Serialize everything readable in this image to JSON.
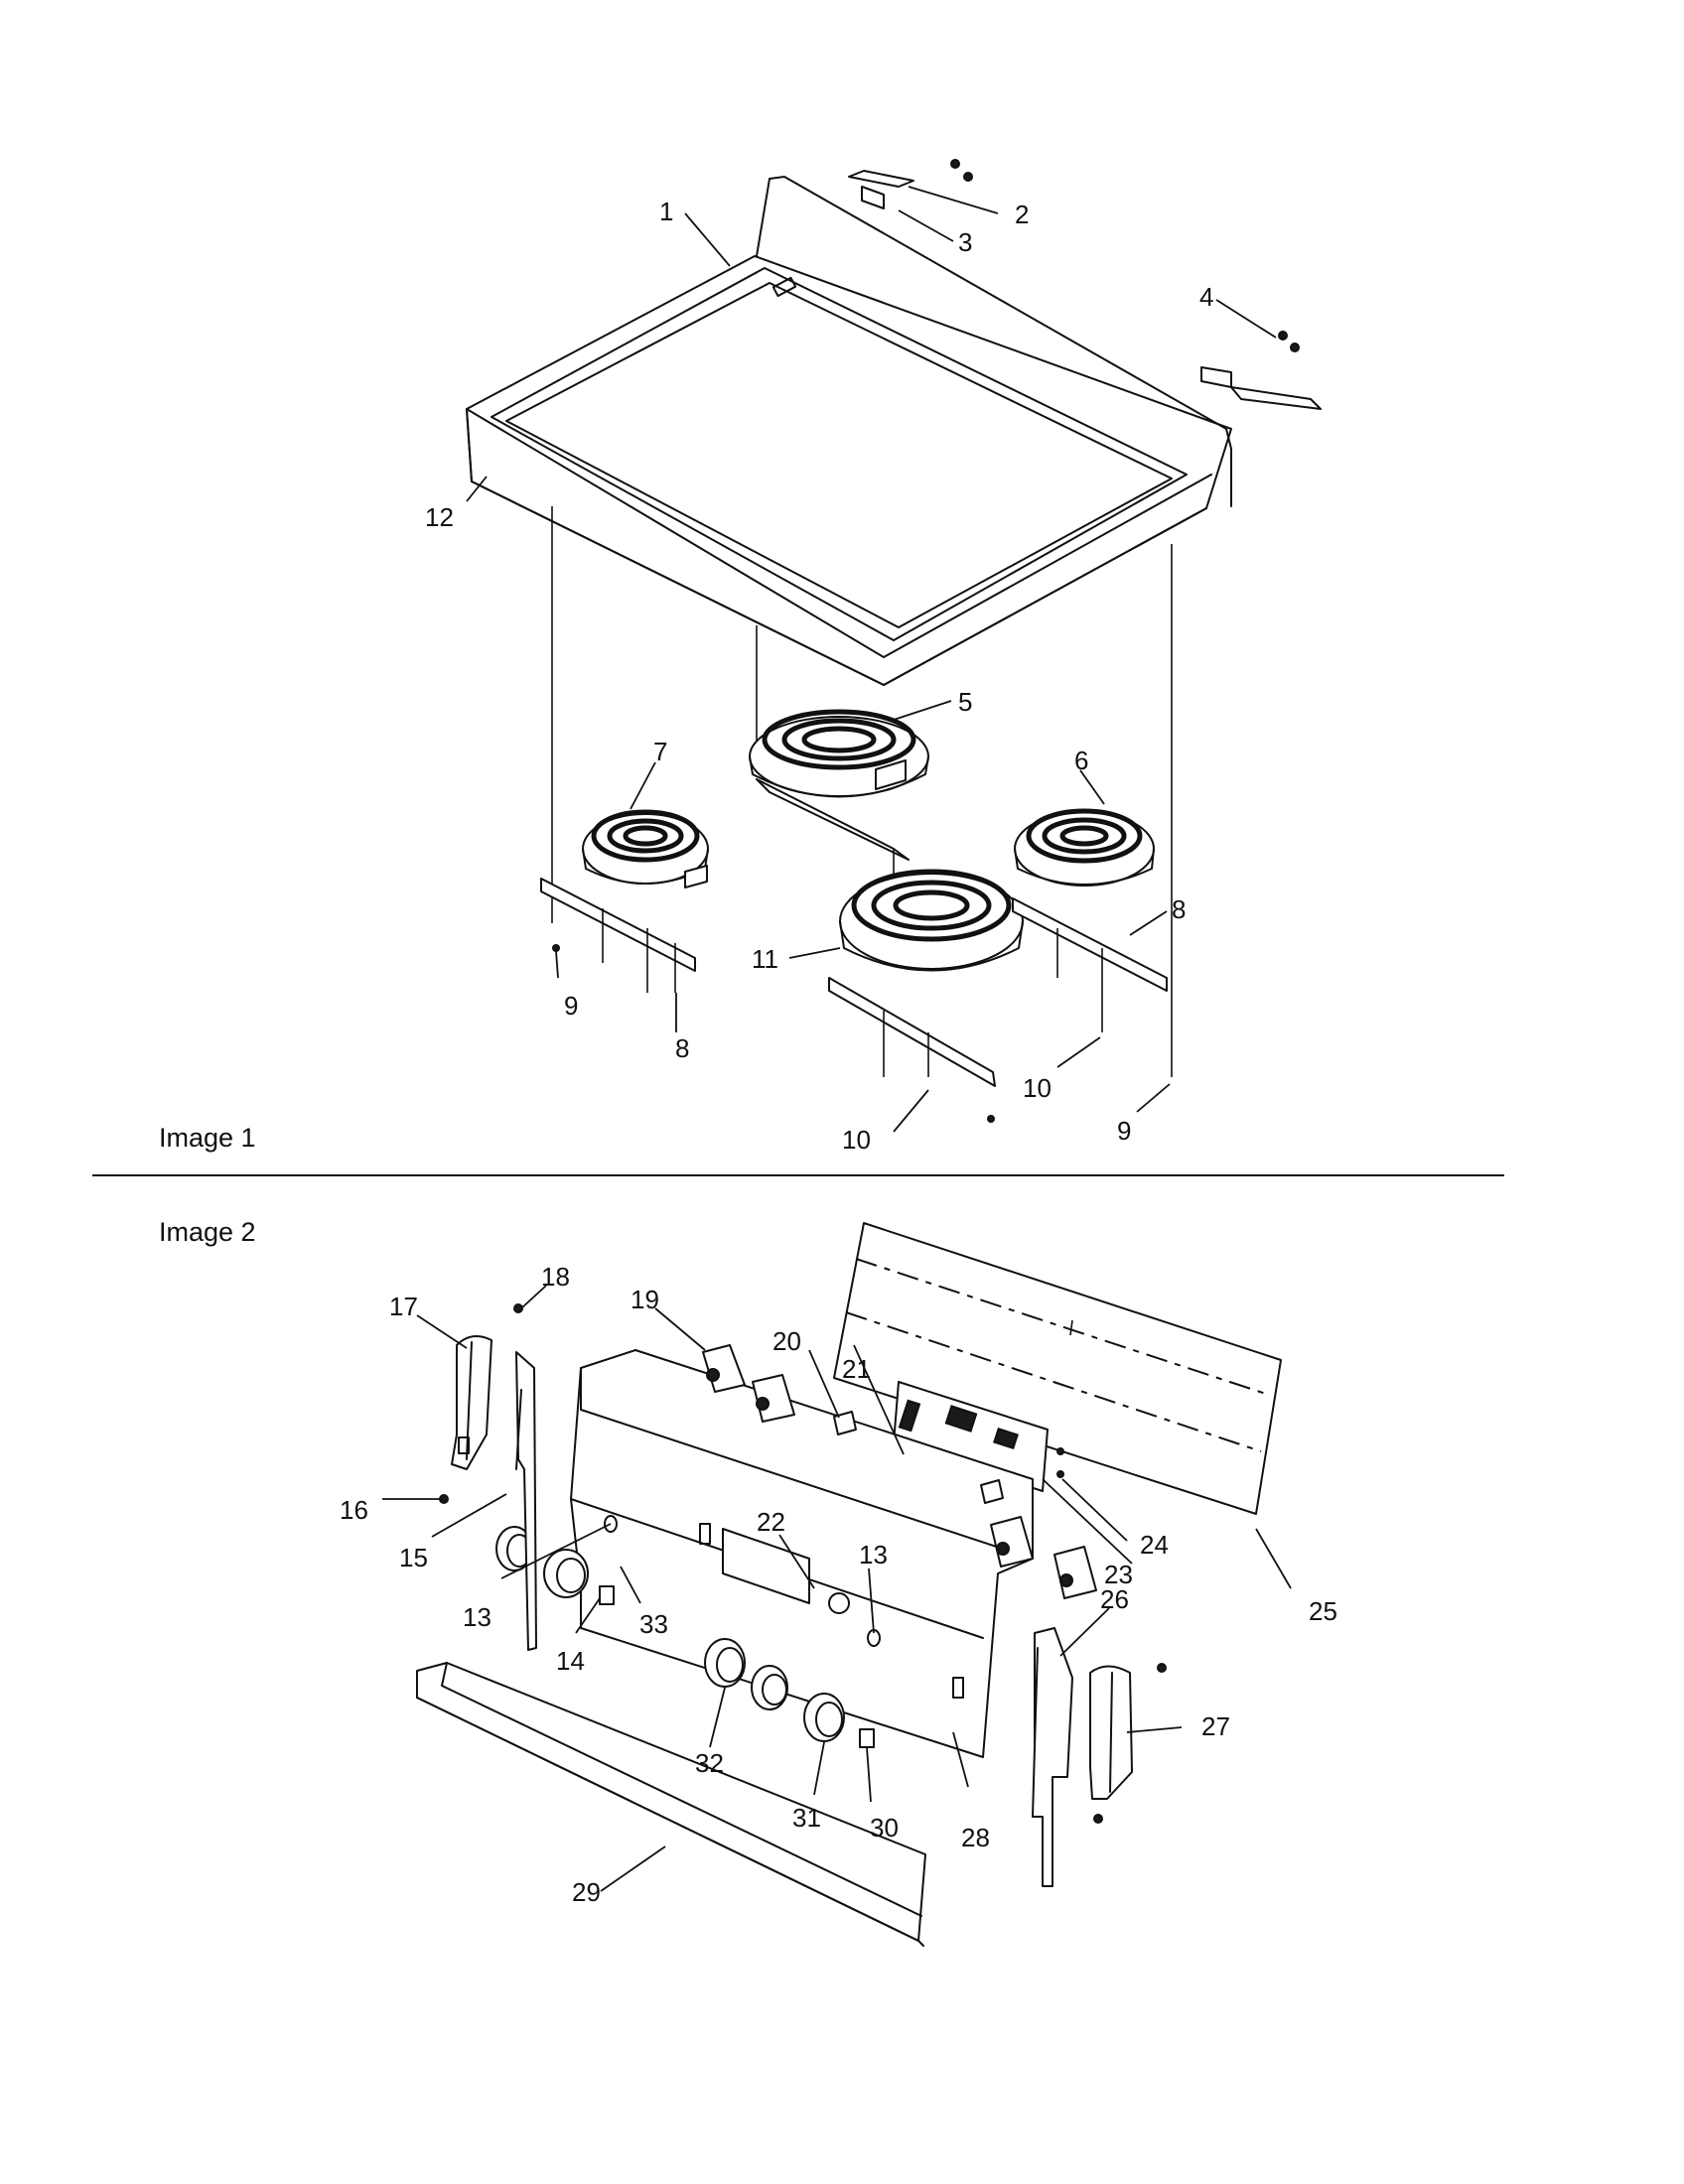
{
  "sections": [
    {
      "label": "Image 1"
    },
    {
      "label": "Image 2"
    }
  ],
  "callouts": {
    "c1": "1",
    "c2": "2",
    "c3": "3",
    "c4": "4",
    "c5": "5",
    "c6": "6",
    "c7": "7",
    "c8a": "8",
    "c8b": "8",
    "c9a": "9",
    "c9b": "9",
    "c10a": "10",
    "c10b": "10",
    "c11": "11",
    "c12": "12",
    "c13a": "13",
    "c13b": "13",
    "c14": "14",
    "c15": "15",
    "c16": "16",
    "c17": "17",
    "c18": "18",
    "c19": "19",
    "c20": "20",
    "c21": "21",
    "c22": "22",
    "c23": "23",
    "c24": "24",
    "c25": "25",
    "c26": "26",
    "c27": "27",
    "c28": "28",
    "c29": "29",
    "c30": "30",
    "c31": "31",
    "c32": "32",
    "c33": "33"
  }
}
